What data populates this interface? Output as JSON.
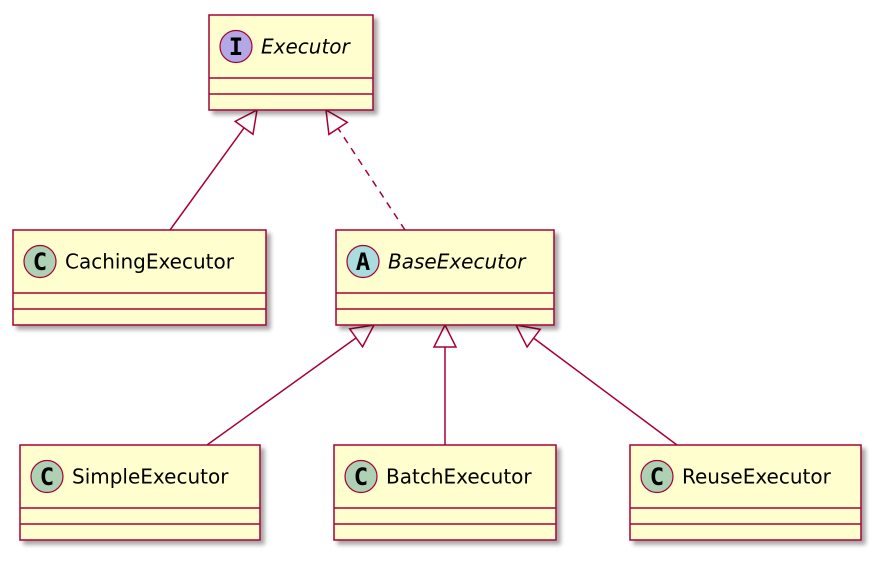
{
  "diagram": {
    "classes": [
      {
        "id": "executor",
        "name": "Executor",
        "stereotype": "I",
        "italic": true,
        "stereotype_color": "#b4a7e5"
      },
      {
        "id": "caching",
        "name": "CachingExecutor",
        "stereotype": "C",
        "italic": false,
        "stereotype_color": "#add1b2"
      },
      {
        "id": "base",
        "name": "BaseExecutor",
        "stereotype": "A",
        "italic": true,
        "stereotype_color": "#a9dcdf"
      },
      {
        "id": "simple",
        "name": "SimpleExecutor",
        "stereotype": "C",
        "italic": false,
        "stereotype_color": "#add1b2"
      },
      {
        "id": "batch",
        "name": "BatchExecutor",
        "stereotype": "C",
        "italic": false,
        "stereotype_color": "#add1b2"
      },
      {
        "id": "reuse",
        "name": "ReuseExecutor",
        "stereotype": "C",
        "italic": false,
        "stereotype_color": "#add1b2"
      }
    ],
    "relations": [
      {
        "from": "caching",
        "to": "executor",
        "kind": "extends"
      },
      {
        "from": "base",
        "to": "executor",
        "kind": "implements"
      },
      {
        "from": "simple",
        "to": "base",
        "kind": "extends"
      },
      {
        "from": "batch",
        "to": "base",
        "kind": "extends"
      },
      {
        "from": "reuse",
        "to": "base",
        "kind": "extends"
      }
    ],
    "colors": {
      "class_fill": "#fefece",
      "class_border": "#a80036",
      "shadow": "#c4c4c4"
    }
  }
}
